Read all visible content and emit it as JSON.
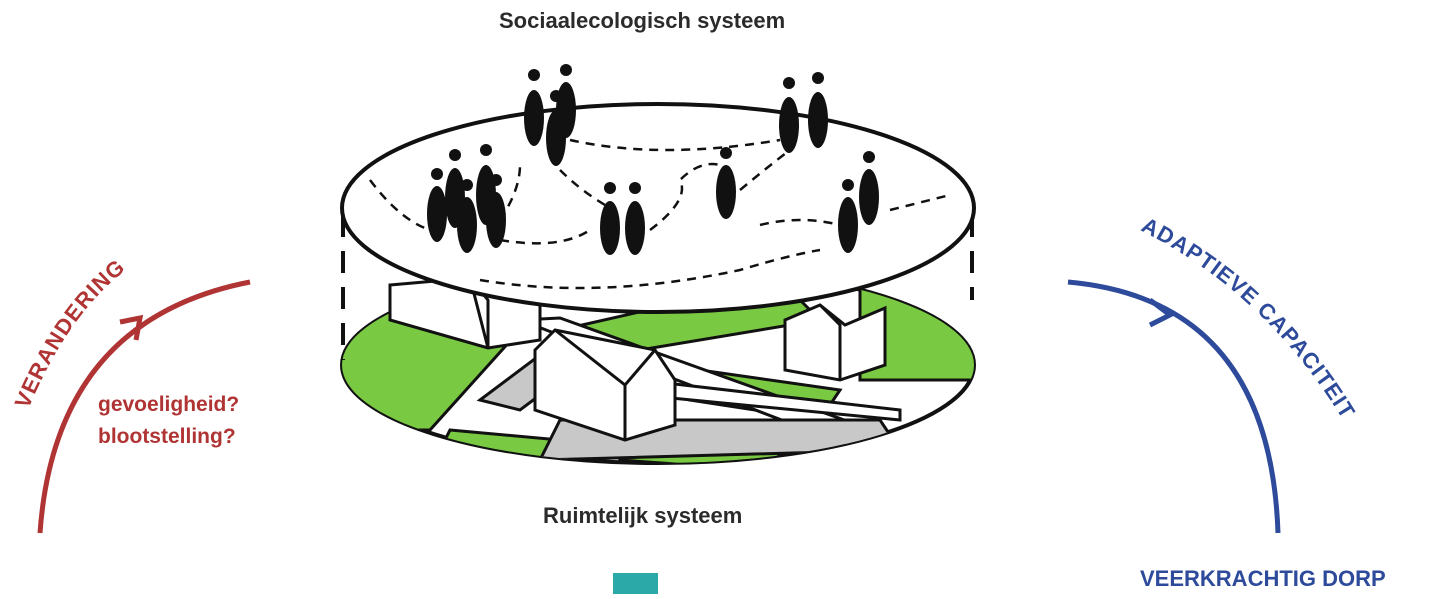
{
  "diagram": {
    "title_top": "Sociaalecologisch systeem",
    "title_bottom": "Ruimtelijk systeem",
    "left_arc_label": "VERANDERING",
    "left_questions": [
      "gevoeligheid?",
      "blootstelling?"
    ],
    "right_arc_label": "ADAPTIEVE CAPACITEIT",
    "result_label": "VEERKRACHTIG DORP",
    "colors": {
      "change": "#b03434",
      "capacity": "#2d4a9b",
      "green": "#7ac943",
      "road": "#c8c8c8",
      "marker": "#2aa9a8",
      "figure": "#111111"
    }
  }
}
